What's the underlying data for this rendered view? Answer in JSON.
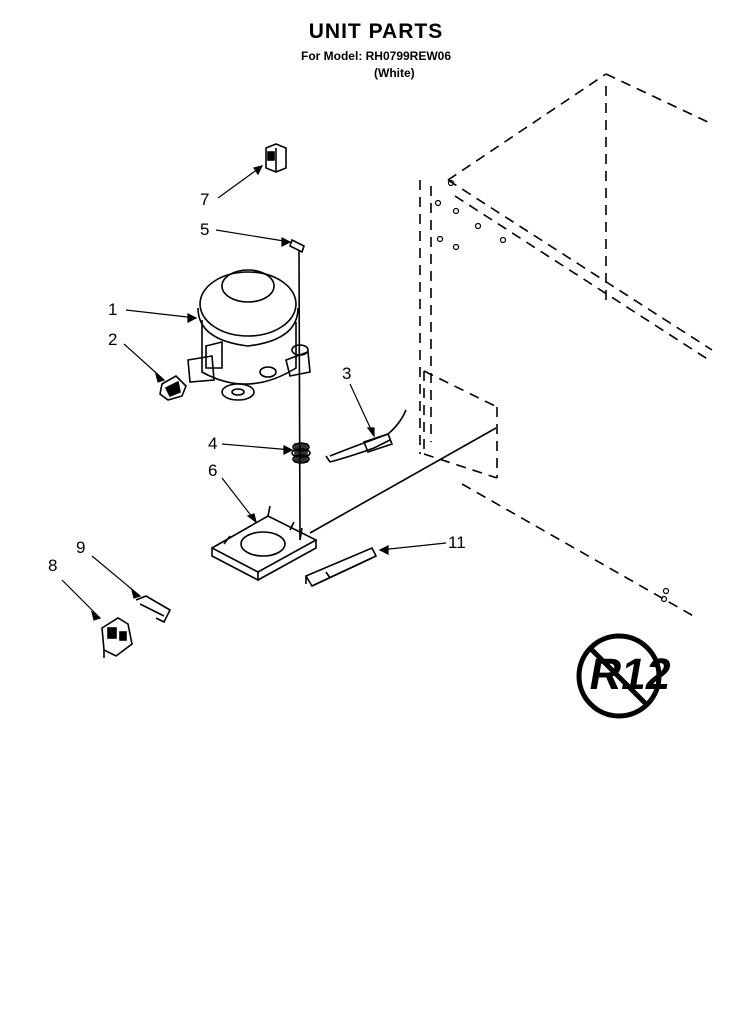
{
  "header": {
    "title": "UNIT PARTS",
    "model_line": "For Model: RH0799REW06",
    "color_line": "(White)"
  },
  "callouts": [
    {
      "id": "1",
      "label": "1"
    },
    {
      "id": "2",
      "label": "2"
    },
    {
      "id": "3",
      "label": "3"
    },
    {
      "id": "4",
      "label": "4"
    },
    {
      "id": "5",
      "label": "5"
    },
    {
      "id": "6",
      "label": "6"
    },
    {
      "id": "7",
      "label": "7"
    },
    {
      "id": "8",
      "label": "8"
    },
    {
      "id": "9",
      "label": "9"
    },
    {
      "id": "11",
      "label": "11"
    }
  ],
  "badge": {
    "text": "R12"
  }
}
